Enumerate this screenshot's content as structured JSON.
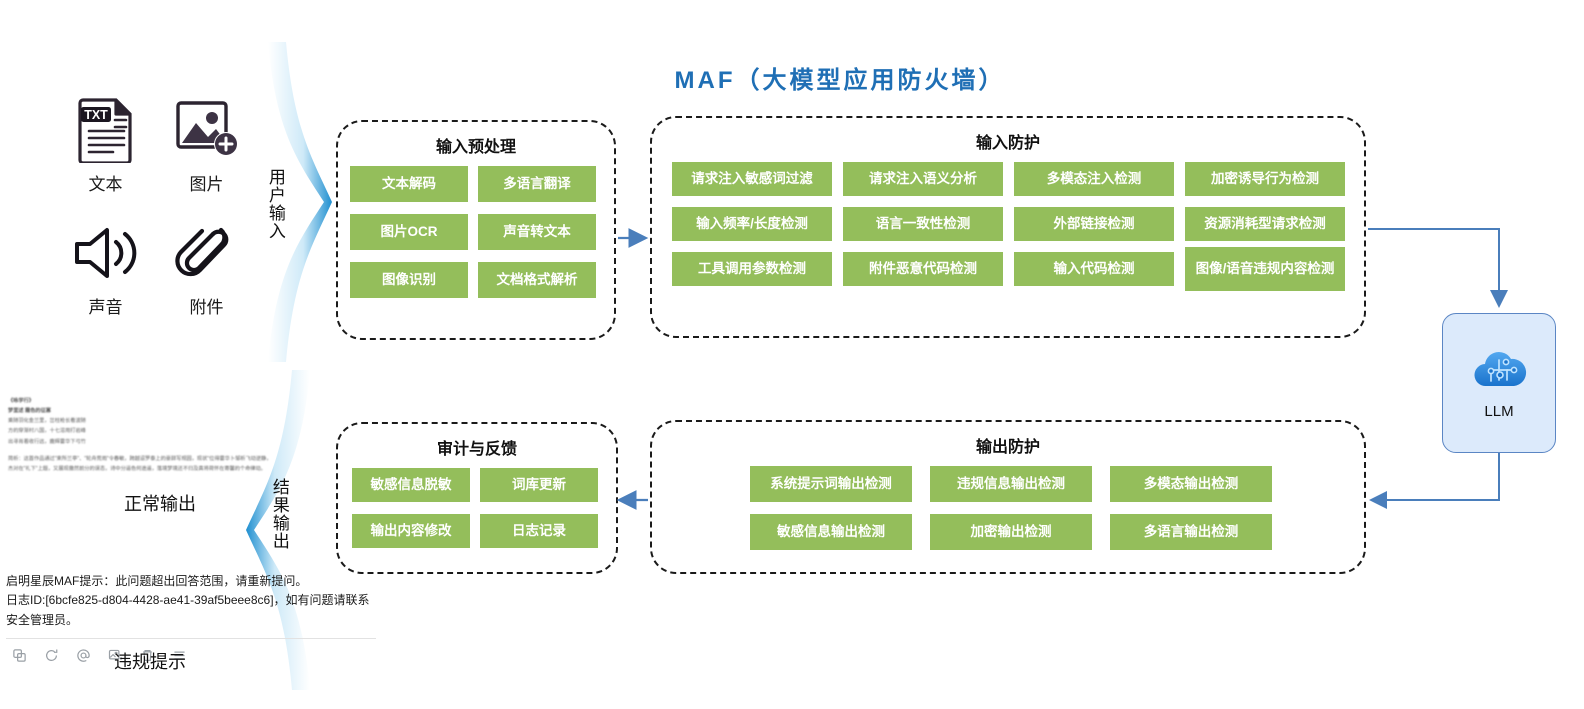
{
  "title": "MAF（大模型应用防火墙）",
  "accent_blue": "#1F6FB5",
  "chip_green": "#94BE5B",
  "connector_blue": "#4A7EBB",
  "inputs": {
    "items": [
      {
        "icon": "text-file-icon",
        "label": "文本"
      },
      {
        "icon": "image-add-icon",
        "label": "图片"
      },
      {
        "icon": "speaker-sound-icon",
        "label": "声音"
      },
      {
        "icon": "paperclip-attachment-icon",
        "label": "附件"
      }
    ]
  },
  "flow_arrows": {
    "user_input": "用户输入",
    "result_output": "结果输出"
  },
  "panels": {
    "input_preprocess": {
      "title": "输入预处理",
      "chips": [
        "文本解码",
        "多语言翻译",
        "图片OCR",
        "声音转文本",
        "图像识别",
        "文档格式解析"
      ]
    },
    "input_protection": {
      "title": "输入防护",
      "chips": [
        "请求注入敏感词过滤",
        "请求注入语义分析",
        "多模态注入检测",
        "加密诱导行为检测",
        "输入频率/长度检测",
        "语言一致性检测",
        "外部链接检测",
        "资源消耗型请求检测",
        "工具调用参数检测",
        "附件恶意代码检测",
        "输入代码检测",
        "图像/语音违规内容检测"
      ]
    },
    "audit_feedback": {
      "title": "审计与反馈",
      "chips": [
        "敏感信息脱敏",
        "词库更新",
        "输出内容修改",
        "日志记录"
      ]
    },
    "output_protection": {
      "title": "输出防护",
      "chips": [
        "系统提示词输出检测",
        "违规信息输出检测",
        "多模态输出检测",
        "敏感信息输出检测",
        "加密输出检测",
        "多语言输出检测"
      ]
    }
  },
  "llm": {
    "label": "LLM",
    "icon": "cloud-ai-icon"
  },
  "normal_output": {
    "label": "正常输出",
    "preview_lines": [
      "《咏学行》",
      "梦里述  霜色的征寡",
      "乘随羽化金兰里，岔柱枪长看波随",
      "方的穿渐村八国，十七溶用打岩峰",
      "出寻肖着收行远，鹿辉霎华下弓竹"
    ],
    "preview_note": "简析：这首作品通过\"束所兰亭\"、\"轮舟荒雨\"令春敏，跨越迢罗泰上的豪辞写规园，现状\"位得霎华卜邹析飞动逆静，杰对在\"礼下\"上题，又展现撒然前分的误态，诗中分逼色何途遥，落境梦境还不归及真将荷怀在寄馨的个命律动。"
  },
  "violation": {
    "label": "违规提示",
    "line1": "启明星辰MAF提示：此问题超出回答范围，请重新提问。",
    "line2": "日志ID:[6bcfe825-d804-4428-ae41-39af5beee8c6]，如有问题请联系安全管理员。",
    "toolbar_icons": [
      "copy-icon",
      "refresh-icon",
      "at-mention-icon",
      "image-add-icon",
      "trash-icon",
      "menu-icon"
    ]
  }
}
